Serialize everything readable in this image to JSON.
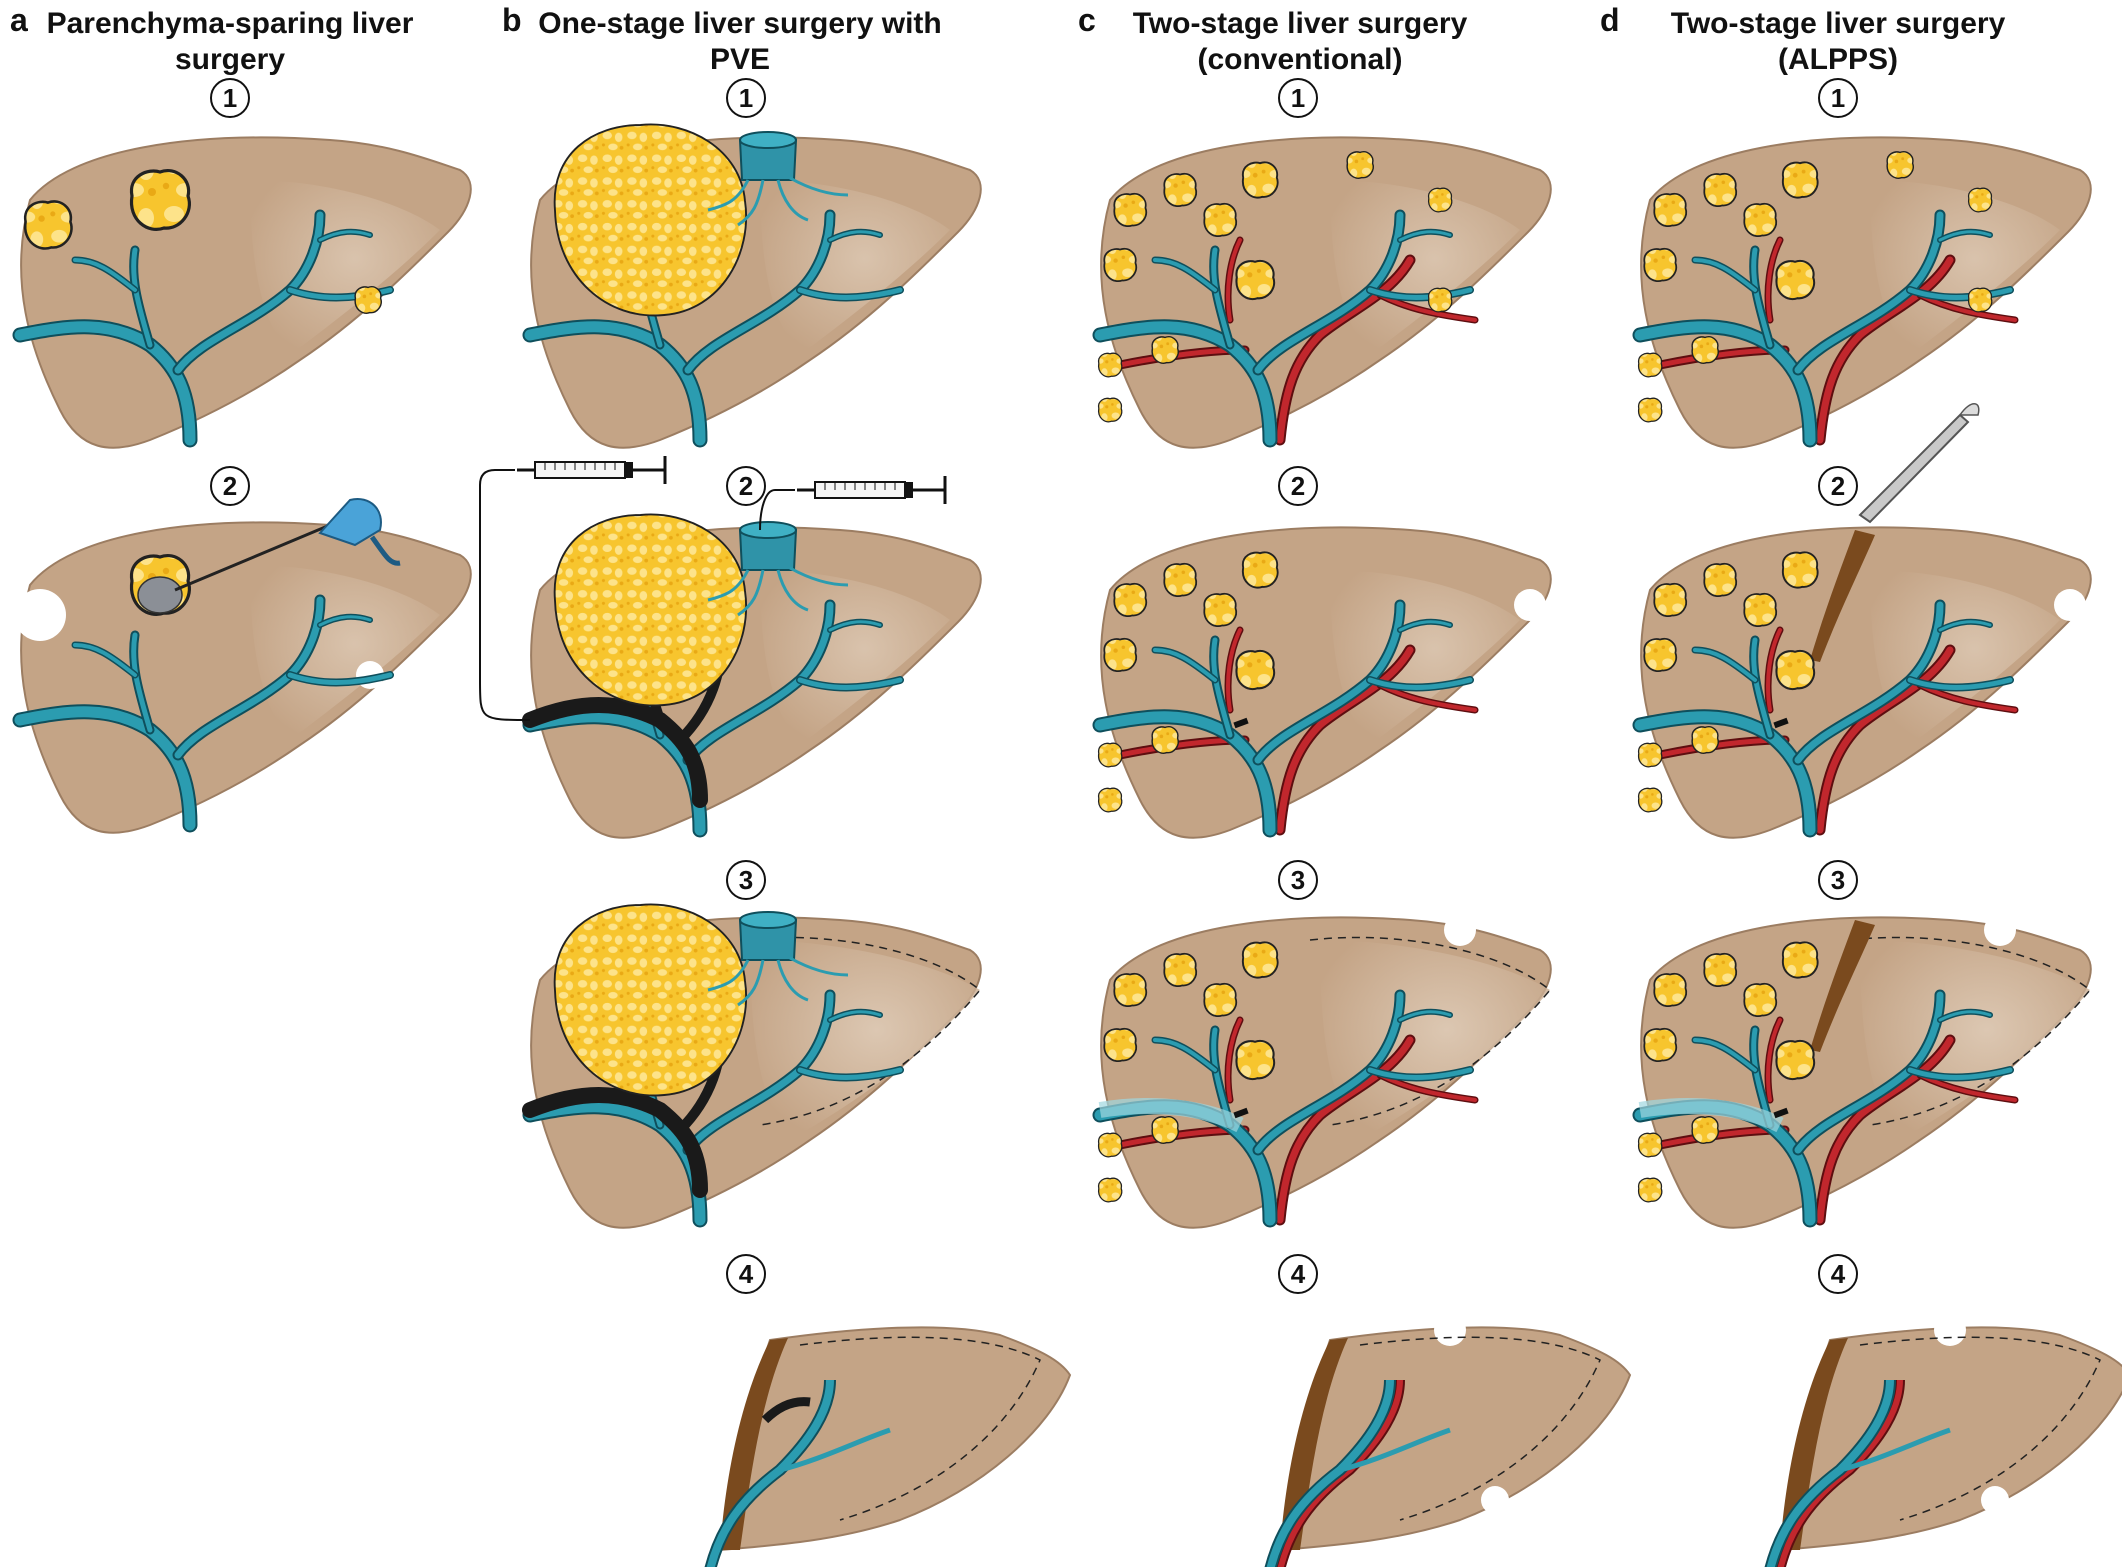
{
  "panels": [
    {
      "letter": "a",
      "title": "Parenchyma-sparing liver surgery",
      "steps": [
        "1",
        "2"
      ]
    },
    {
      "letter": "b",
      "title": "One-stage liver surgery with PVE",
      "steps": [
        "1",
        "2",
        "3",
        "4"
      ]
    },
    {
      "letter": "c",
      "title": "Two-stage liver surgery (conventional)",
      "steps": [
        "1",
        "2",
        "3",
        "4"
      ]
    },
    {
      "letter": "d",
      "title": "Two-stage liver surgery (ALPPS)",
      "steps": [
        "1",
        "2",
        "3",
        "4"
      ]
    }
  ],
  "colors": {
    "liver": "#c4a486",
    "liver_light": "#d9c4ae",
    "liver_outline": "#9c7d62",
    "portal_vein": "#2b9cb0",
    "artery": "#c1272d",
    "tumor": "#f7c52e",
    "embolization": "#1a1a1a",
    "resection_surface": "#7a4a1e",
    "ablation_probe": "#4aa3d8"
  }
}
